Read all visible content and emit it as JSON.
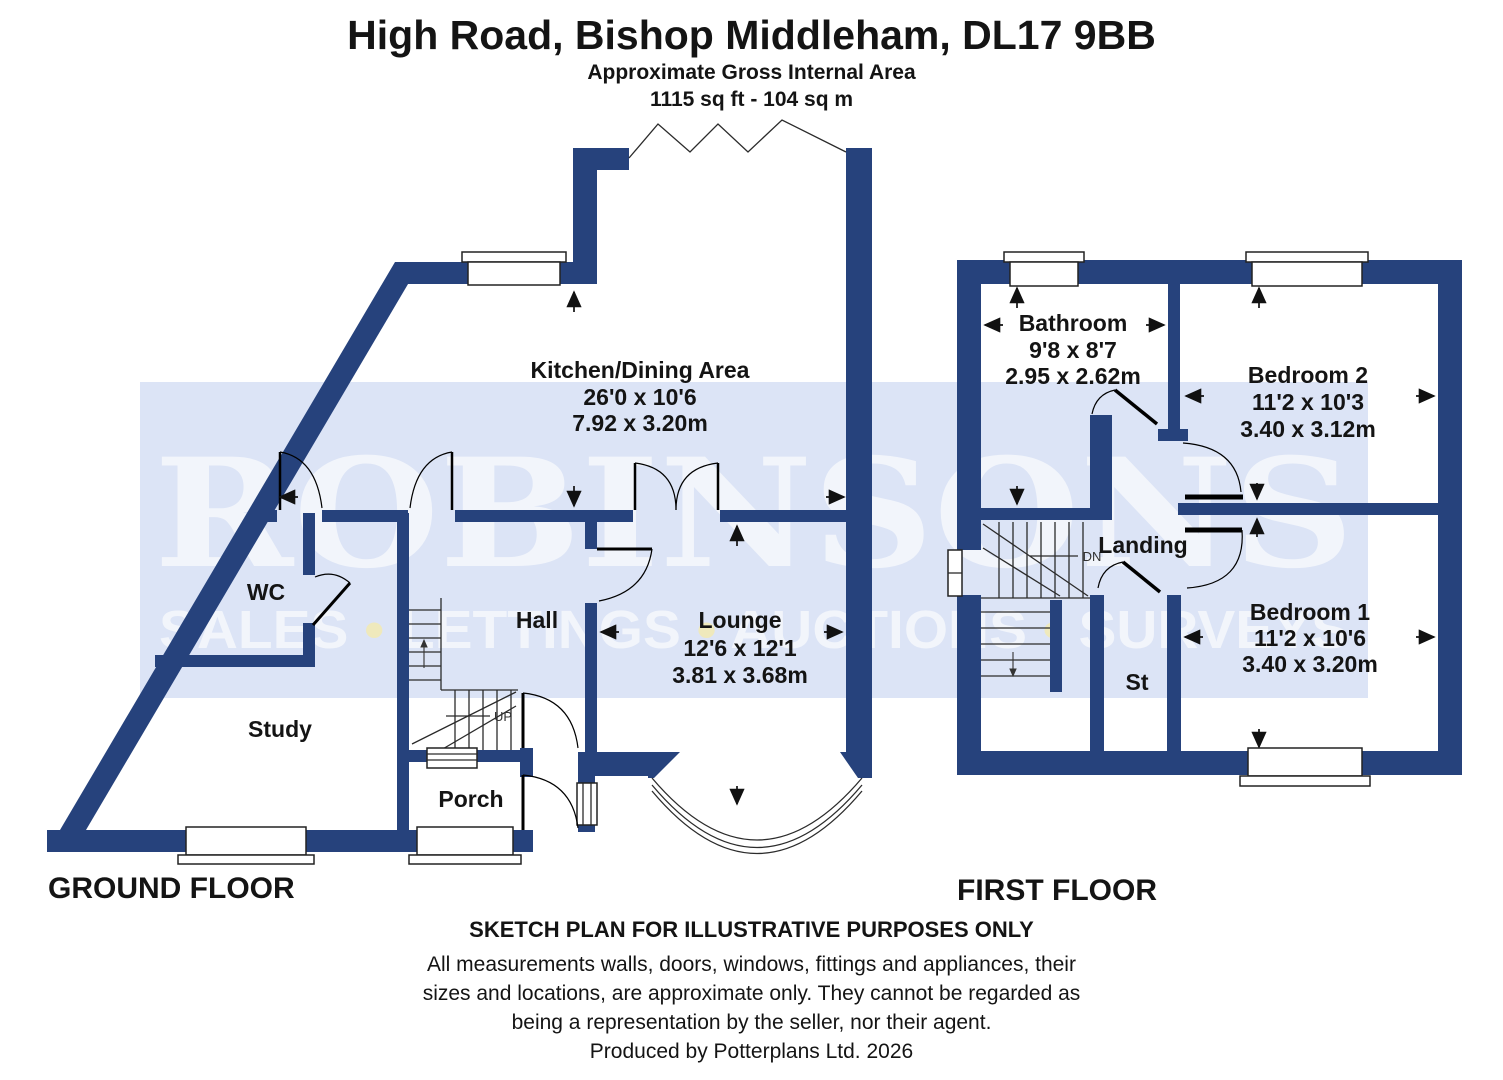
{
  "header": {
    "title": "High Road, Bishop Middleham, DL17 9BB",
    "subtitle": "Approximate Gross Internal Area",
    "area": "1115 sq ft - 104 sq m"
  },
  "watermark": {
    "name": "ROBINSONS",
    "tagline_words": [
      "SALES",
      "LETTINGS",
      "AUCTIONS",
      "SURVEYS"
    ],
    "bullet": "•"
  },
  "floors": {
    "ground": "GROUND FLOOR",
    "first": "FIRST FLOOR"
  },
  "rooms": {
    "kitchen": {
      "name": "Kitchen/Dining Area",
      "imperial": "26'0 x 10'6",
      "metric": "7.92 x 3.20m"
    },
    "lounge": {
      "name": "Lounge",
      "imperial": "12'6 x 12'1",
      "metric": "3.81 x 3.68m"
    },
    "wc": {
      "name": "WC"
    },
    "hall": {
      "name": "Hall"
    },
    "study": {
      "name": "Study"
    },
    "porch": {
      "name": "Porch"
    },
    "bathroom": {
      "name": "Bathroom",
      "imperial": "9'8 x 8'7",
      "metric": "2.95 x 2.62m"
    },
    "bedroom2": {
      "name": "Bedroom 2",
      "imperial": "11'2 x 10'3",
      "metric": "3.40 x 3.12m"
    },
    "bedroom1": {
      "name": "Bedroom 1",
      "imperial": "11'2 x 10'6",
      "metric": "3.40 x 3.20m"
    },
    "landing": {
      "name": "Landing"
    },
    "storage": {
      "name": "St"
    }
  },
  "stairs": {
    "up": "UP",
    "down": "DN"
  },
  "footer": {
    "sketch": "SKETCH PLAN FOR ILLUSTRATIVE PURPOSES ONLY",
    "disclaimer": [
      "All measurements walls, doors, windows, fittings and appliances, their",
      "sizes and locations, are approximate only. They cannot be regarded as",
      "being a representation by the seller, nor their agent."
    ],
    "produced": "Produced by Potterplans Ltd. 2026"
  },
  "colors": {
    "wall": "#26427C",
    "watermark_band": "#DCE4F6",
    "watermark_text": "#F2F5FB",
    "watermark_bullet": "#EFE9BC",
    "text": "#141414"
  }
}
